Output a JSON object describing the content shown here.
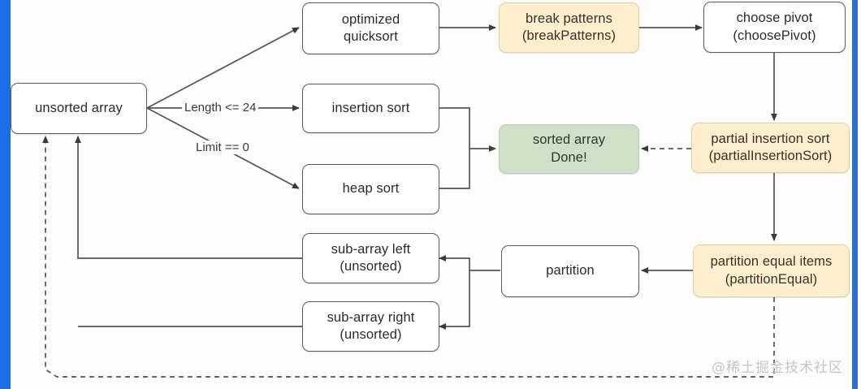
{
  "diagram": {
    "title": "optimized quicksort flowchart",
    "colors": {
      "node_border": "#5b5b5b",
      "node_fill": "#ffffff",
      "yellow_fill": "#fbefcd",
      "yellow_border": "#e4d09a",
      "green_fill": "#cfe0c8",
      "green_border": "#b9cdb1",
      "wire": "#555555",
      "accent_bar": "#1a6ee8",
      "watermark": "#c2c6cc"
    },
    "nodes": [
      {
        "id": "unsorted-array",
        "label": "unsorted array",
        "style": "white"
      },
      {
        "id": "optimized-quicksort",
        "label": "optimized\nquicksort",
        "style": "white"
      },
      {
        "id": "insertion-sort",
        "label": "insertion sort",
        "style": "white"
      },
      {
        "id": "heap-sort",
        "label": "heap sort",
        "style": "white"
      },
      {
        "id": "break-patterns",
        "label": "break patterns\n(breakPatterns)",
        "style": "yellow"
      },
      {
        "id": "choose-pivot",
        "label": "choose pivot\n(choosePivot)",
        "style": "white"
      },
      {
        "id": "partial-insertion-sort",
        "label": "partial insertion sort\n(partialInsertionSort)",
        "style": "yellow"
      },
      {
        "id": "sorted-array",
        "label": "sorted array\nDone!",
        "style": "green"
      },
      {
        "id": "partition-equal-items",
        "label": "partition equal items\n(partitionEqual)",
        "style": "yellow"
      },
      {
        "id": "partition",
        "label": "partition",
        "style": "white"
      },
      {
        "id": "sub-array-left",
        "label": "sub-array left\n(unsorted)",
        "style": "white"
      },
      {
        "id": "sub-array-right",
        "label": "sub-array right\n(unsorted)",
        "style": "white"
      }
    ],
    "edge_labels": [
      {
        "id": "length-le-24",
        "text": "Length <= 24"
      },
      {
        "id": "limit-eq-0",
        "text": "Limit == 0"
      }
    ],
    "watermark": "@稀土掘金技术社区"
  }
}
